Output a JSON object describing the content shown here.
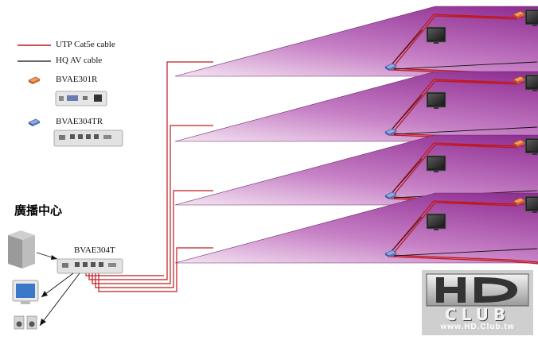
{
  "legend": {
    "utp_label": "UTP Cat5e cable",
    "hq_label": "HQ AV cable",
    "receiver_label": "BVAE301R",
    "repeater_label": "BVAE304TR"
  },
  "broadcast_center": {
    "title": "廣播中心",
    "transmitter_label": "BVAE304T"
  },
  "colors": {
    "utp_cable": "#c0191f",
    "av_cable": "#111111",
    "floor_top": "#8a1a8f",
    "floor_bottom": "#f0dcef",
    "receiver_box": "#e8763a",
    "repeater_box": "#5b7fc4"
  },
  "logo": {
    "top": "HD",
    "bottom": "CLUB",
    "url": "www.HD.Club.tw"
  }
}
